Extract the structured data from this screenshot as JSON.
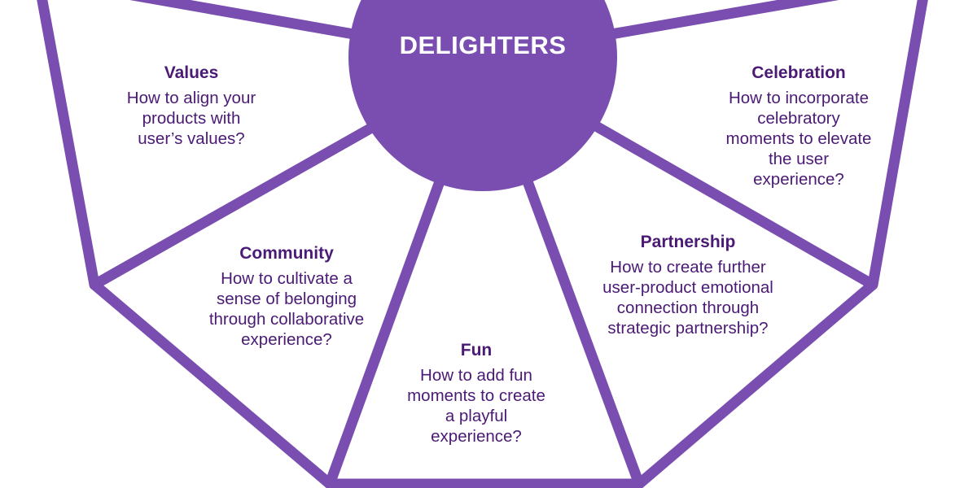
{
  "diagram": {
    "hub_label": "DELIGHTERS",
    "colors": {
      "accent": "#7a4eb0",
      "text": "#4a1a75",
      "background": "#ffffff"
    },
    "segments": {
      "values": {
        "title": "Values",
        "text": "How to align your\nproducts with\nuser’s values?"
      },
      "celebration": {
        "title": "Celebration",
        "text": "How to incorporate\ncelebratory\nmoments to elevate\nthe user\nexperience?"
      },
      "community": {
        "title": "Community",
        "text": "How to cultivate a\nsense of belonging\nthrough collaborative\nexperience?"
      },
      "partnership": {
        "title": "Partnership",
        "text": "How to create further\nuser-product emotional\nconnection through\nstrategic partnership?"
      },
      "fun": {
        "title": "Fun",
        "text": "How to add fun\nmoments to create\na playful\nexperience?"
      }
    }
  }
}
